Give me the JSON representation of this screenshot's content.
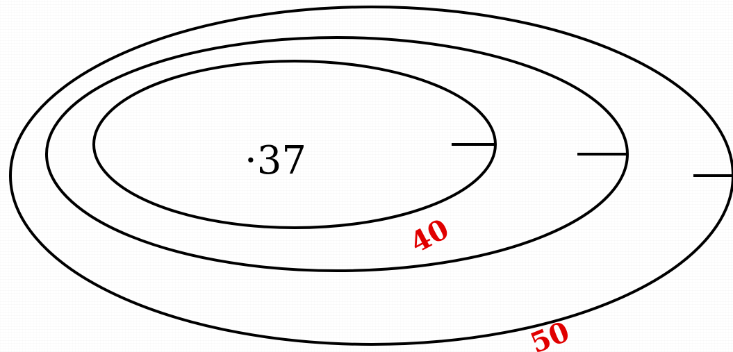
{
  "center_value": "·37",
  "ring_labels": {
    "inner": "40",
    "outer": "50"
  },
  "colors": {
    "stroke": "#000000",
    "label": "#e00000",
    "text": "#000000"
  }
}
